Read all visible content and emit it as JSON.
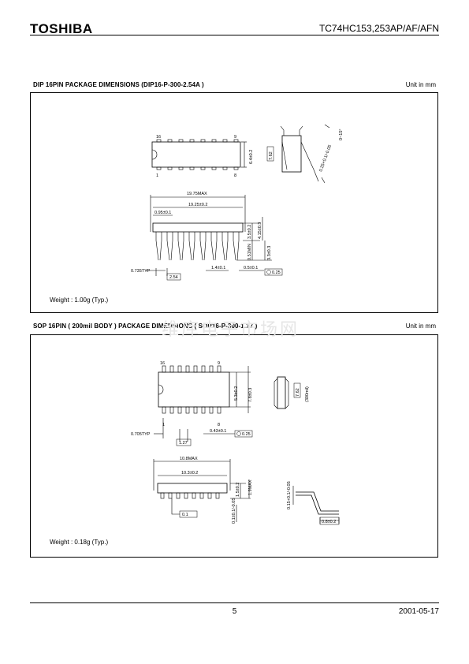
{
  "header": {
    "logo": "TOSHIBA",
    "part_number": "TC74HC153,253AP/AF/AFN"
  },
  "dip": {
    "title": "DIP 16PIN PACKAGE DIMENSIONS (DIP16-P-300-2.54A )",
    "unit": "Unit in mm",
    "weight": "Weight : 1.00g (Typ.)",
    "labels": {
      "pin16": "16",
      "pin9": "9",
      "pin1": "1",
      "pin8": "8",
      "width": "6.4±0.2",
      "row_spacing": "7.62",
      "angle": "0~15°",
      "lead_thk": "0.25+0.1/-0.05",
      "len_max": "19.75MAX",
      "len": "19.25±0.2",
      "end": "0.95±0.1",
      "ht1": "3.5±0.2",
      "ht2": "4.15±0.3",
      "standoff": "0.51MIN",
      "lead_len": "3.3±0.3",
      "lead_typ": "0.735TYP",
      "pitch": "2.54",
      "lead_w": "1.4±0.1",
      "pin_w": "0.5±0.1",
      "tol": "0.25"
    }
  },
  "sop": {
    "title": "SOP 16PIN ( 200mil BODY ) PACKAGE DIMENSIONS ( SOP16-P-300-1.27 )",
    "unit": "Unit in mm",
    "weight": "Weight : 0.18g (Typ.)",
    "labels": {
      "pin16": "16",
      "pin9": "9",
      "pin1": "1",
      "pin8": "8",
      "body_w": "5.3±0.2",
      "total_w": "7.8±0.3",
      "row_spacing": "7.62",
      "mil": "(300mil)",
      "lead_typ": "0.705TYP",
      "pitch": "1.27",
      "lead_w": "0.43±0.1",
      "tol": "0.25",
      "len_max": "10.8MAX",
      "len": "10.3±0.2",
      "ht1": "1.5±0.2",
      "ht_max": "1.9MAX",
      "flat": "0.1",
      "standoff": "0.1±0.1/-0.05",
      "thk": "0.15+0.1/-0.05",
      "foot": "0.8±0.2"
    }
  },
  "watermark": "维库电子市场网",
  "footer": {
    "page": "5",
    "date": "2001-05-17"
  }
}
